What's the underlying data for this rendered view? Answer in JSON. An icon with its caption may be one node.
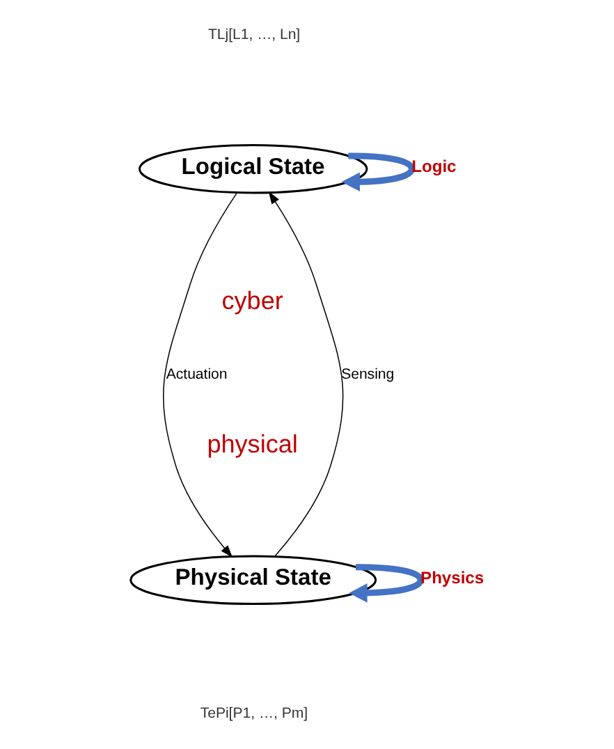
{
  "diagram": {
    "nodes": [
      {
        "text": [
          "Logical State"
        ]
      },
      {
        "text": [
          "Physical State"
        ]
      }
    ],
    "edges": [
      {
        "from": 0,
        "to": 0,
        "arrow": "to",
        "label": "Logic",
        "style": "thick",
        "color": "#4472c4"
      },
      {
        "from": 0,
        "to": 1,
        "arrow": "to",
        "label": "Actuation",
        "color": "#000000"
      },
      {
        "from": 1,
        "to": 0,
        "arrow": "to",
        "label": "Sensing",
        "color": "#000000"
      },
      {
        "from": 1,
        "to": 1,
        "arrow": "to",
        "label": "Physics",
        "style": "thick",
        "color": "#4472c4"
      }
    ],
    "labels": [
      "TLj[L1, …, Ln]",
      "cyber",
      "physical",
      "TePi[P1, …, Pm]"
    ]
  }
}
